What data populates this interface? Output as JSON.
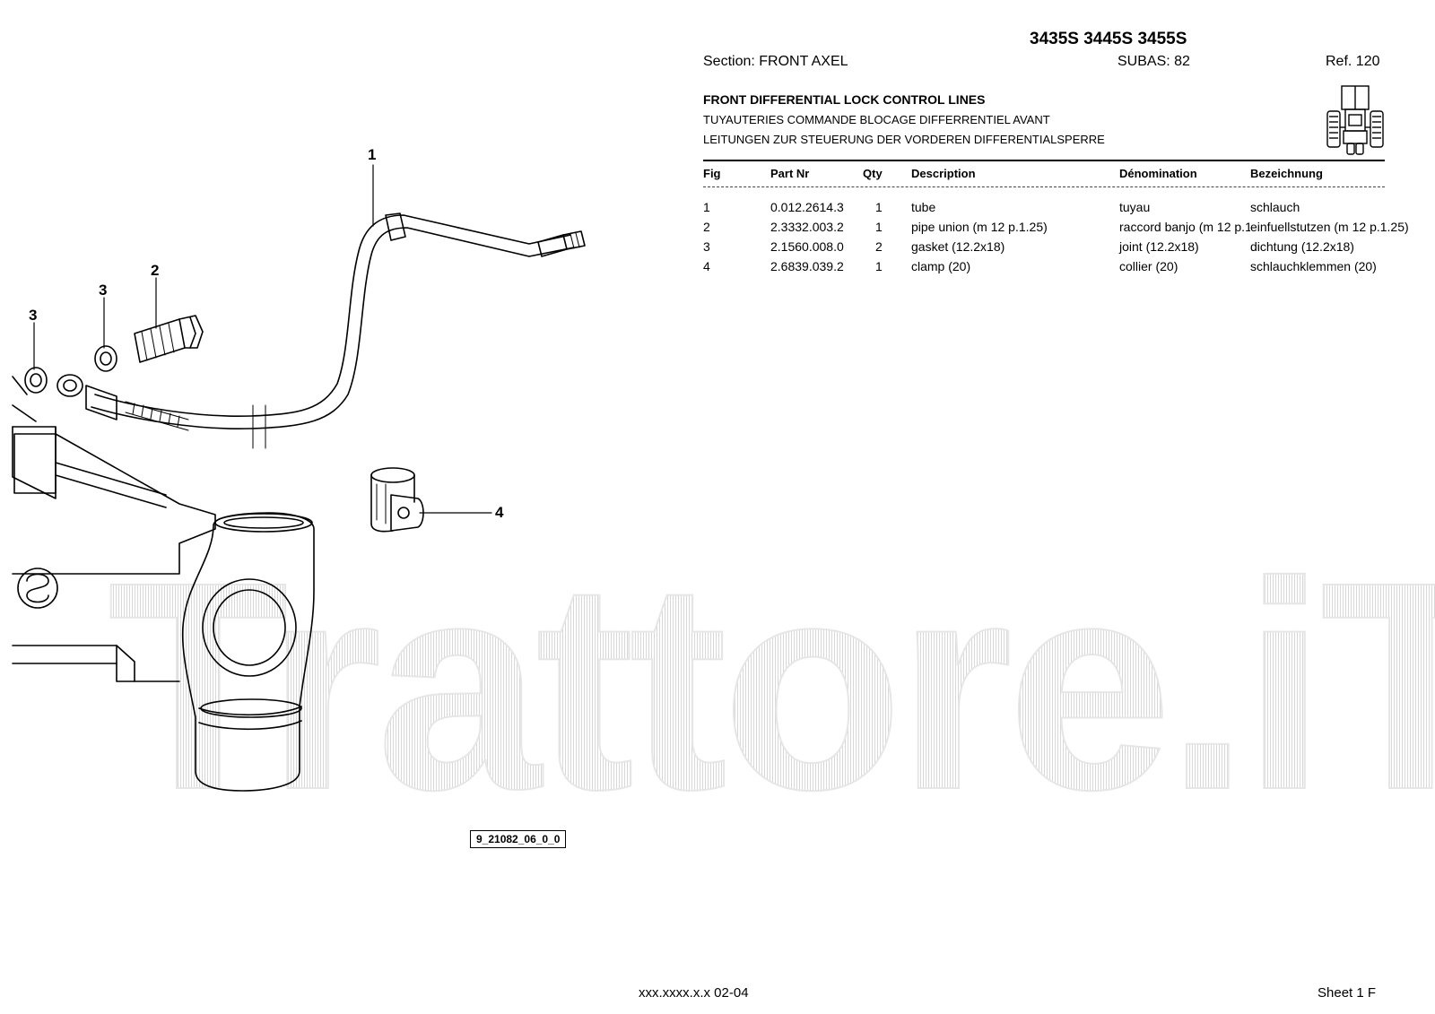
{
  "header": {
    "models": "3435S 3445S 3455S",
    "section": "Section: FRONT AXEL",
    "subas": "SUBAS: 82",
    "ref": "Ref. 120"
  },
  "titles": {
    "en": "FRONT DIFFERENTIAL LOCK CONTROL LINES",
    "fr": "TUYAUTERIES COMMANDE BLOCAGE DIFFERRENTIEL AVANT",
    "de": "LEITUNGEN ZUR STEUERUNG DER VORDEREN DIFFERENTIALSPERRE"
  },
  "table": {
    "headers": [
      "Fig",
      "Part Nr",
      "Qty",
      "Description",
      "Dénomination",
      "Bezeichnung"
    ],
    "rows": [
      [
        "1",
        "0.012.2614.3",
        "1",
        "tube",
        "tuyau",
        "schlauch"
      ],
      [
        "2",
        "2.3332.003.2",
        "1",
        "pipe union (m 12 p.1.25)",
        "raccord banjo (m 12 p.1",
        "einfuellstutzen (m 12 p.1.25)"
      ],
      [
        "3",
        "2.1560.008.0",
        "2",
        "gasket (12.2x18)",
        "joint (12.2x18)",
        "dichtung (12.2x18)"
      ],
      [
        "4",
        "2.6839.039.2",
        "1",
        "clamp (20)",
        "collier (20)",
        "schlauchklemmen (20)"
      ]
    ]
  },
  "callouts": [
    "1",
    "2",
    "3",
    "3",
    "4"
  ],
  "figure_code": "9_21082_06_0_0",
  "watermark": "Trattore.iT",
  "footer": {
    "code": "xxx.xxxx.x.x  02-04",
    "sheet": "Sheet 1 F"
  }
}
